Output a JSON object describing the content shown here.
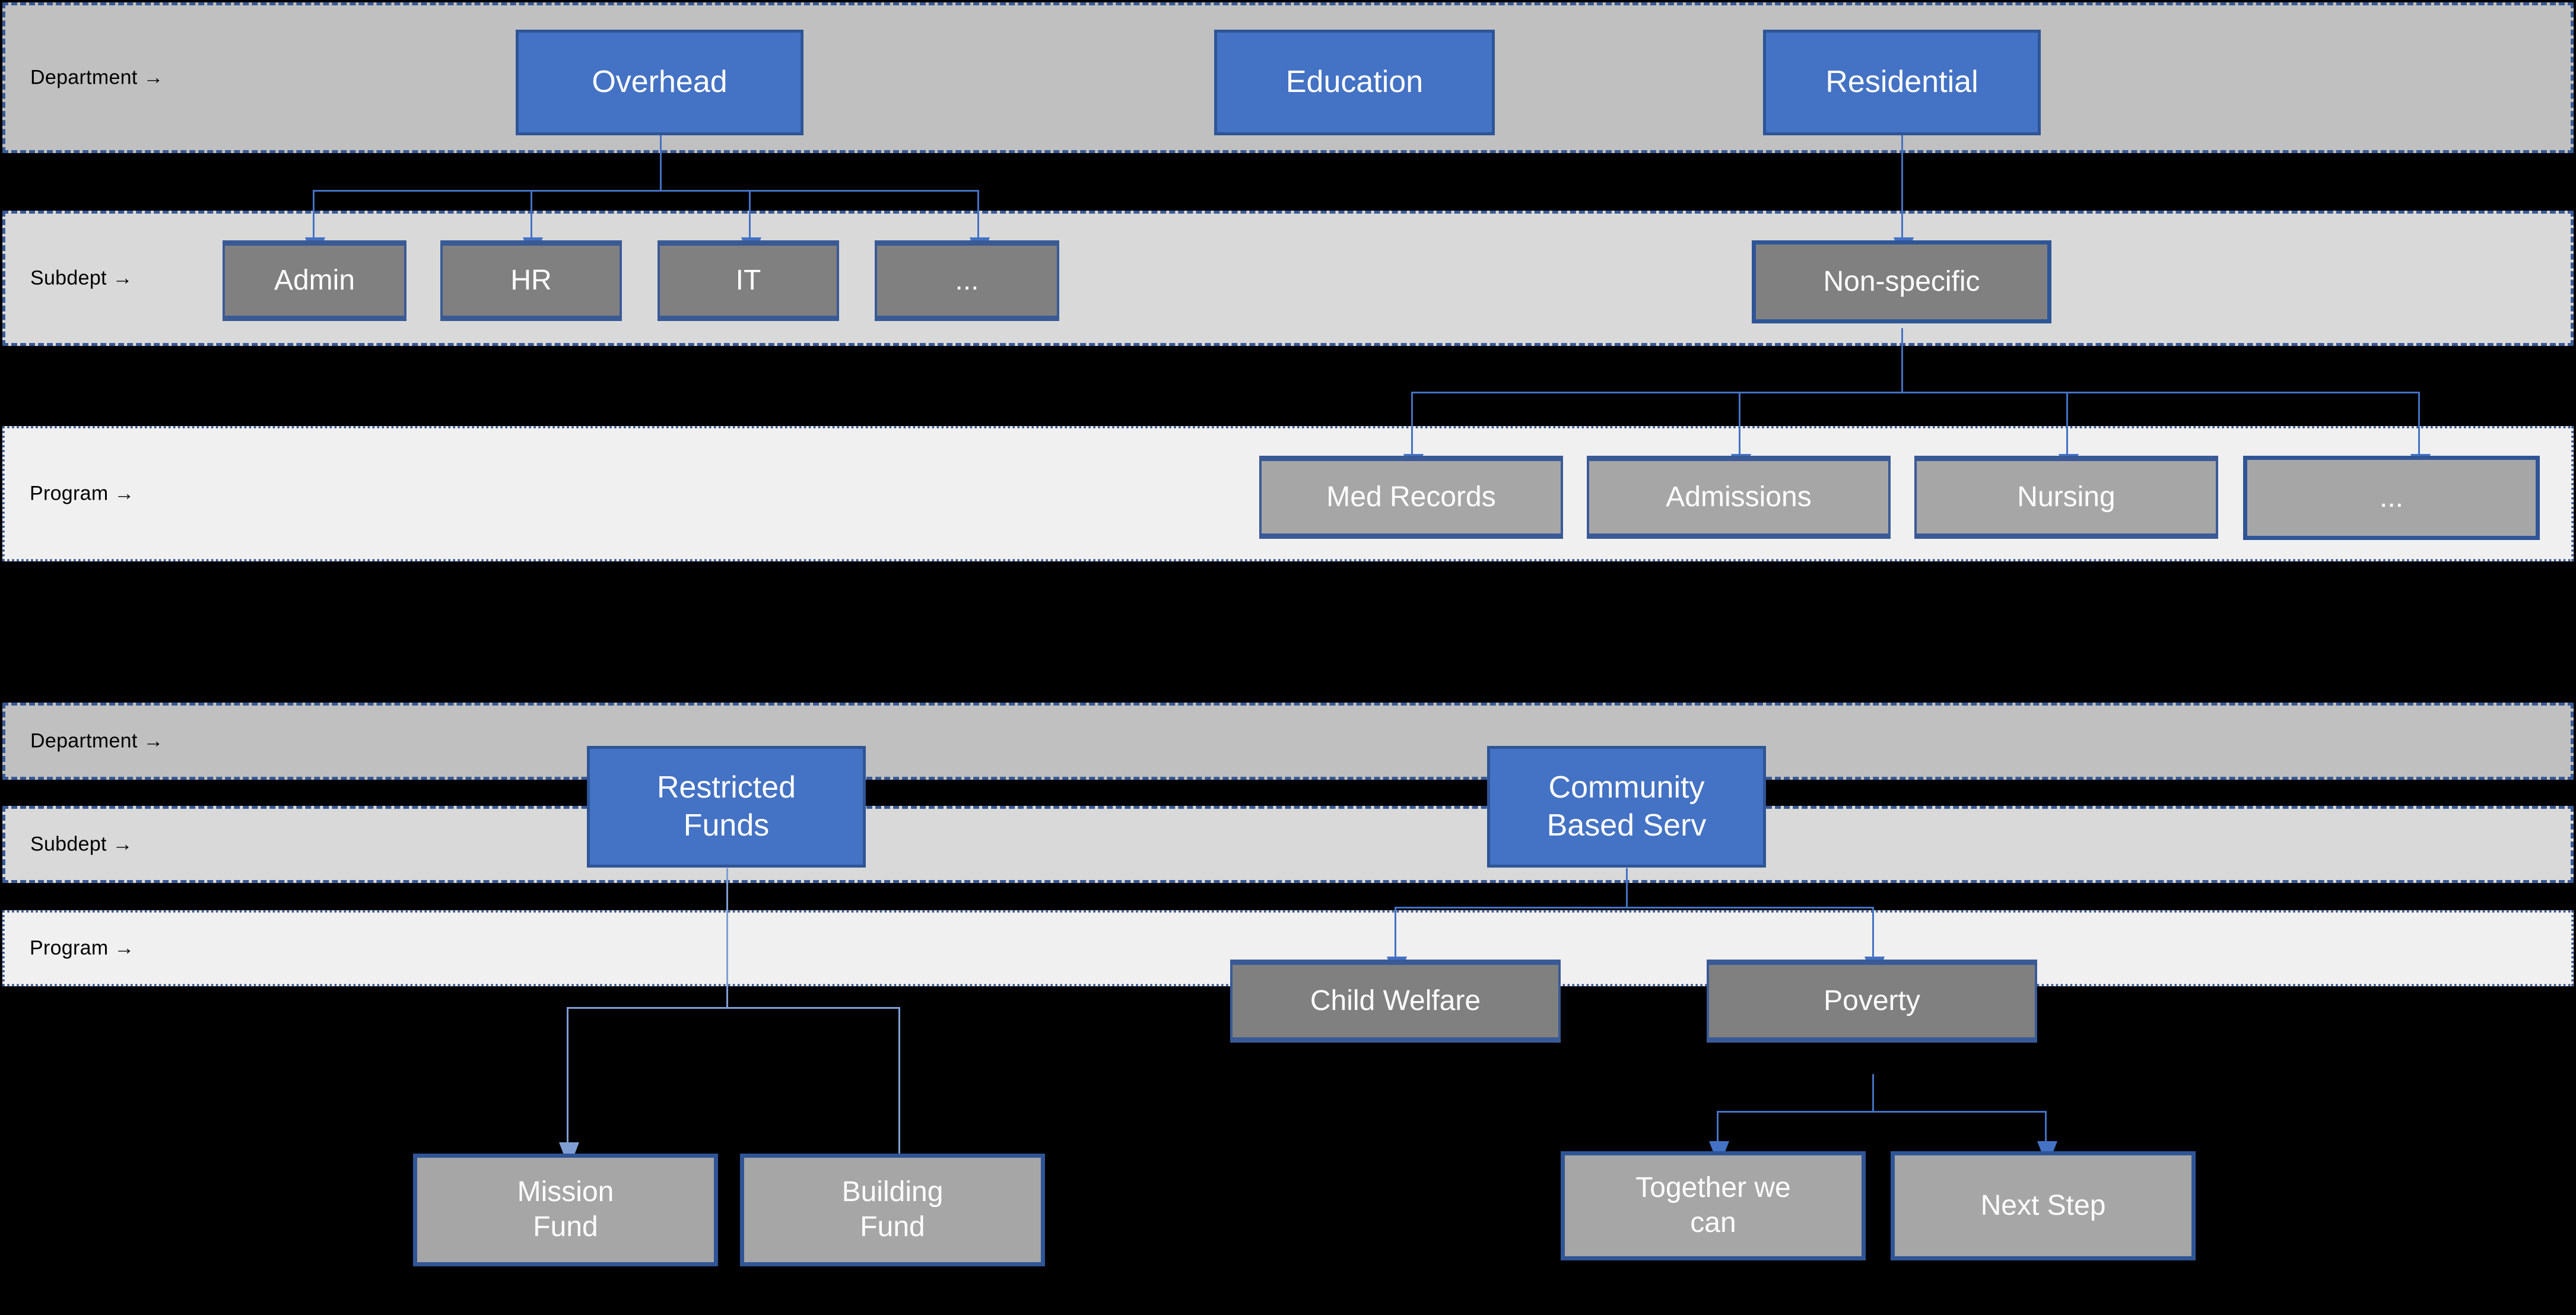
{
  "diagrams": [
    {
      "id": "diagram-top",
      "rows": [
        {
          "key": "department",
          "label": "Department →"
        },
        {
          "key": "subdept",
          "label": "Subdept →"
        },
        {
          "key": "program",
          "label": "Program →"
        }
      ],
      "departments": [
        {
          "label": "Overhead"
        },
        {
          "label": "Education"
        },
        {
          "label": "Residential"
        }
      ],
      "subdepts": [
        {
          "label": "Admin"
        },
        {
          "label": "HR"
        },
        {
          "label": "IT"
        },
        {
          "label": "..."
        },
        {
          "label": "Non-specific"
        }
      ],
      "programs": [
        {
          "label": "Med Records"
        },
        {
          "label": "Admissions"
        },
        {
          "label": "Nursing"
        },
        {
          "label": "..."
        }
      ]
    },
    {
      "id": "diagram-bottom",
      "rows": [
        {
          "key": "department",
          "label": "Department →"
        },
        {
          "key": "subdept",
          "label": "Subdept →"
        },
        {
          "key": "program",
          "label": "Program →"
        }
      ],
      "departments": [
        {
          "line1": "Restricted",
          "line2": "Funds"
        },
        {
          "line1": "Community",
          "line2": "Based Serv"
        }
      ],
      "subdepts": [
        {
          "label": "Child Welfare"
        },
        {
          "label": "Poverty"
        }
      ],
      "programs": [
        {
          "line1": "Mission",
          "line2": "Fund"
        },
        {
          "line1": "Building",
          "line2": "Fund"
        },
        {
          "line1": "Together we",
          "line2": "can"
        },
        {
          "label": "Next Step"
        }
      ]
    }
  ],
  "colors": {
    "background": "#000000",
    "band_department": "#c0c0c0",
    "band_subdept": "#d9d9d9",
    "band_program": "#f0f0f0",
    "band_border": "#3a5a96",
    "node_department": "#4472c4",
    "node_department_border": "#2f5597",
    "node_subdept": "#808080",
    "node_program": "#a6a6a6",
    "connector": "#4472c4",
    "connector_pale": "#7f9fd4",
    "node_text": "#ffffff",
    "band_label_text": "#000000"
  }
}
